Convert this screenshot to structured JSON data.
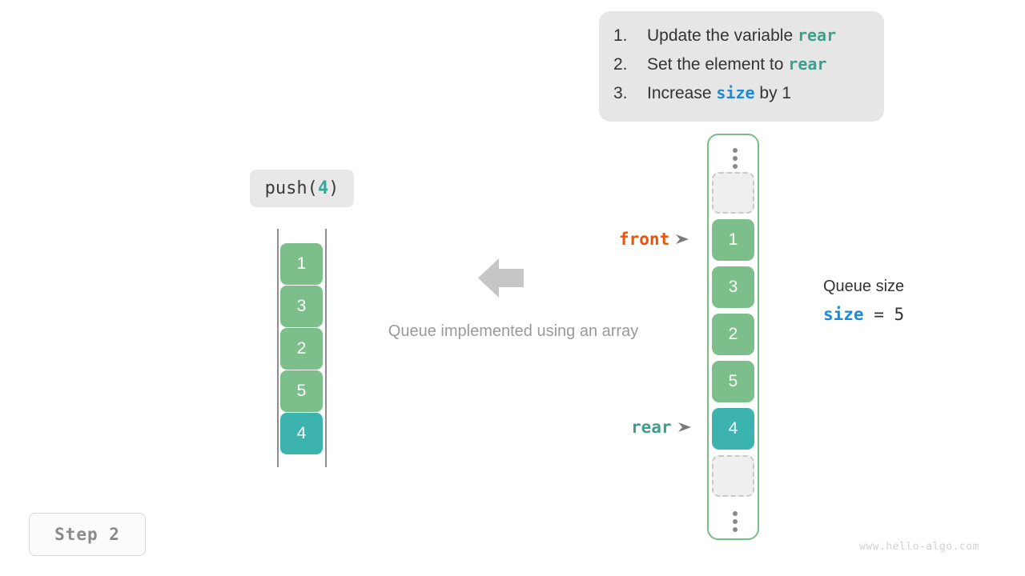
{
  "instructions": {
    "items": [
      {
        "num": "1.",
        "pre": "Update the variable ",
        "code": "rear",
        "code_kind": "rear",
        "post": ""
      },
      {
        "num": "2.",
        "pre": "Set the element to ",
        "code": "rear",
        "code_kind": "rear",
        "post": ""
      },
      {
        "num": "3.",
        "pre": "Increase ",
        "code": "size",
        "code_kind": "size",
        "post": " by 1"
      }
    ]
  },
  "operation": {
    "name": "push",
    "open": "(",
    "arg": "4",
    "close": ")"
  },
  "left_queue": {
    "cells": [
      {
        "value": "1",
        "style": "green"
      },
      {
        "value": "3",
        "style": "green"
      },
      {
        "value": "2",
        "style": "green"
      },
      {
        "value": "5",
        "style": "green"
      },
      {
        "value": "4",
        "style": "teal"
      }
    ]
  },
  "caption": "Queue implemented using an array",
  "array": {
    "slots": [
      {
        "value": "",
        "style": "empty"
      },
      {
        "value": "1",
        "style": "green"
      },
      {
        "value": "3",
        "style": "green"
      },
      {
        "value": "2",
        "style": "green"
      },
      {
        "value": "5",
        "style": "green"
      },
      {
        "value": "4",
        "style": "teal"
      },
      {
        "value": "",
        "style": "empty"
      }
    ]
  },
  "pointers": {
    "front": "front",
    "rear": "rear"
  },
  "size_block": {
    "title": "Queue size",
    "var": "size",
    "eq": " = ",
    "value": "5"
  },
  "step_badge": "Step 2",
  "watermark": "www.hello-algo.com",
  "colors": {
    "green": "#7cbf8a",
    "teal": "#3cb3ae",
    "front_accent": "#e8540c",
    "rear_accent": "#3f9e8c",
    "size_accent": "#1f8ad4",
    "container_border": "#77bd85",
    "muted_text": "#9a9a9a",
    "callout_bg": "#e6e6e6"
  }
}
